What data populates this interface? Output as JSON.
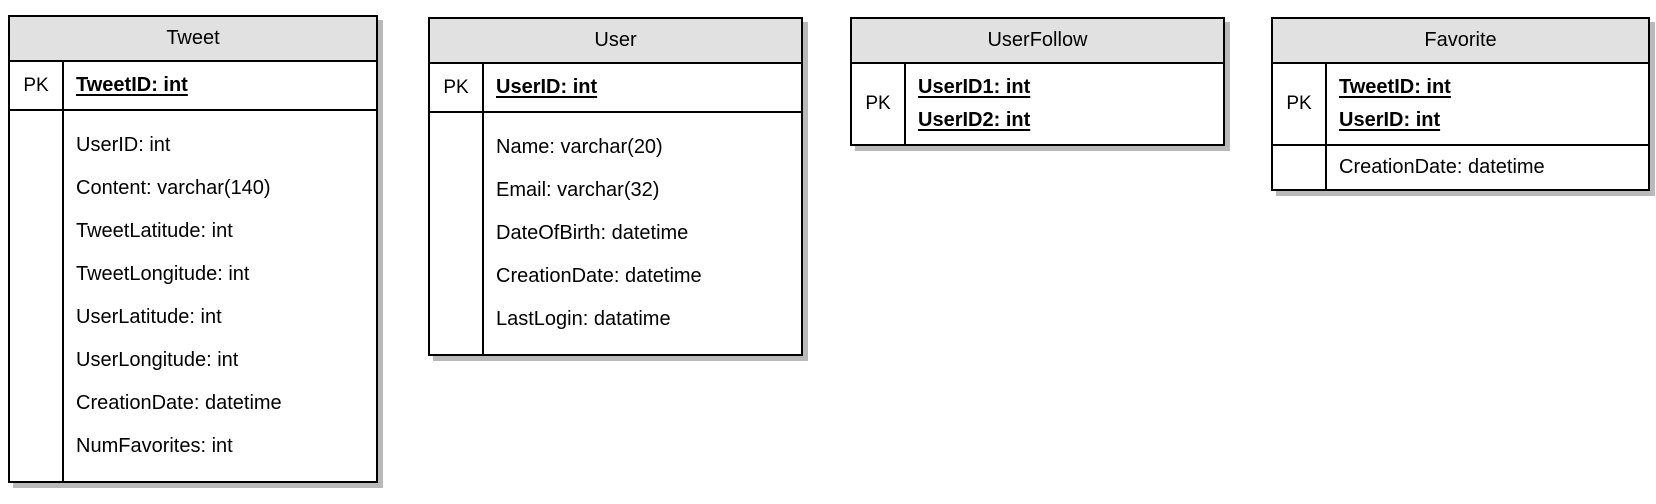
{
  "diagram": {
    "type": "er-schema",
    "colors": {
      "header_bg": "#e1e1e1",
      "border": "#000000",
      "shadow": "#b9b9b9",
      "background": "#ffffff"
    },
    "entities": [
      {
        "title": "Tweet",
        "pk_label": "PK",
        "pk_fields": [
          "TweetID: int"
        ],
        "attributes": [
          "UserID: int",
          "Content: varchar(140)",
          "TweetLatitude: int",
          "TweetLongitude: int",
          "UserLatitude: int",
          "UserLongitude: int",
          "CreationDate: datetime",
          "NumFavorites: int"
        ]
      },
      {
        "title": "User",
        "pk_label": "PK",
        "pk_fields": [
          "UserID: int"
        ],
        "attributes": [
          "Name: varchar(20)",
          "Email: varchar(32)",
          "DateOfBirth: datetime",
          "CreationDate: datetime",
          "LastLogin: datatime"
        ]
      },
      {
        "title": "UserFollow",
        "pk_label": "PK",
        "pk_fields": [
          "UserID1: int",
          "UserID2: int"
        ],
        "attributes": []
      },
      {
        "title": "Favorite",
        "pk_label": "PK",
        "pk_fields": [
          "TweetID: int",
          "UserID: int"
        ],
        "attributes": [
          "CreationDate: datetime"
        ]
      }
    ]
  }
}
